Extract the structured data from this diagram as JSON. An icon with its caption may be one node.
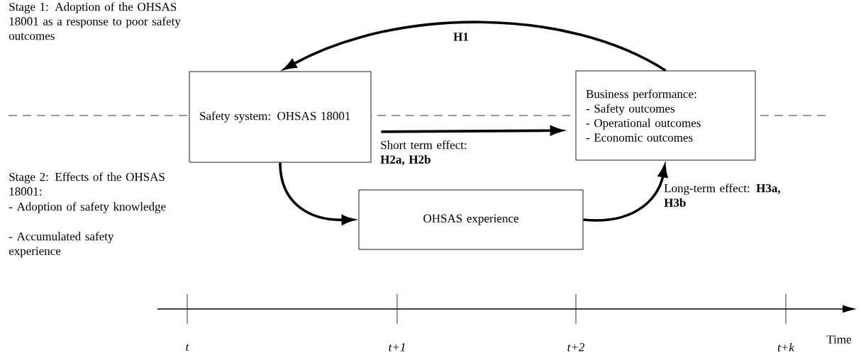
{
  "diagram": {
    "nodes": [
      {
        "text": [
          "Safety system: OHSAS 18001"
        ]
      },
      {
        "text": [
          "Business performance:",
          "- Safety outcomes",
          "- Operational outcomes",
          "- Economic outcomes"
        ]
      },
      {
        "text": [
          "OHSAS experience"
        ]
      }
    ],
    "edges": [
      {
        "from": 1,
        "to": 0,
        "arrow": "to",
        "label": "**H1**"
      },
      {
        "from": 0,
        "to": 1,
        "arrow": "to",
        "label": "Short term effect: **H2a, H2b**"
      },
      {
        "from": 0,
        "to": 2,
        "arrow": "to"
      },
      {
        "from": 2,
        "to": 1,
        "arrow": "to",
        "label": "Long-term effect: **H3a, H3b**"
      }
    ],
    "labels": [
      "Stage 1: Adoption of the OHSAS 18001 as a response to poor safety outcomes",
      "Stage 2: Effects of the OHSAS 18001:",
      "- Adoption of safety knowledge",
      "- Accumulated safety experience",
      "t",
      "t+1",
      "t+2",
      "t+k",
      "Time"
    ]
  }
}
